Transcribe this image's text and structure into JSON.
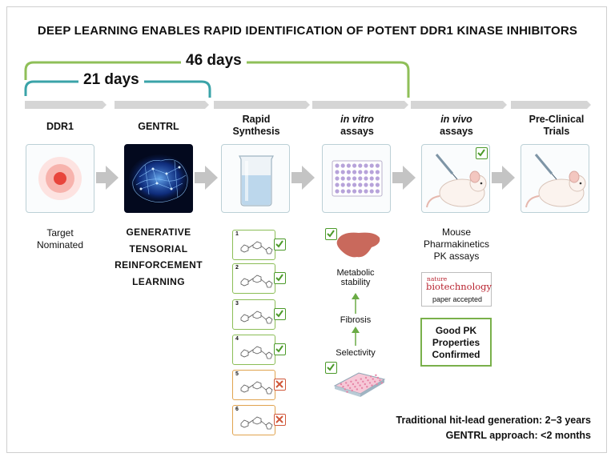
{
  "title": "DEEP LEARNING ENABLES RAPID IDENTIFICATION OF POTENT DDR1 KINASE INHIBITORS",
  "timeline": {
    "long_label": "46 days",
    "short_label": "21 days"
  },
  "steps": [
    {
      "label_line1": "DDR1",
      "label_line2": ""
    },
    {
      "label_line1": "GENTRL",
      "label_line2": ""
    },
    {
      "label_line1": "Rapid",
      "label_line2": "Synthesis"
    },
    {
      "label_line1": "in vitro",
      "label_line2": "assays"
    },
    {
      "label_line1": "in vivo",
      "label_line2": "assays"
    },
    {
      "label_line1": "Pre-Clinical",
      "label_line2": "Trials"
    }
  ],
  "ddr1": {
    "below_line1": "Target",
    "below_line2": "Nominated"
  },
  "gentrl": {
    "words": [
      "GENERATIVE",
      "TENSORIAL",
      "REINFORCEMENT",
      "LEARNING"
    ]
  },
  "molecules": [
    {
      "number": "1",
      "status": "pass"
    },
    {
      "number": "2",
      "status": "pass"
    },
    {
      "number": "3",
      "status": "pass"
    },
    {
      "number": "4",
      "status": "pass"
    },
    {
      "number": "5",
      "status": "fail"
    },
    {
      "number": "6",
      "status": "fail"
    }
  ],
  "in_vitro": {
    "metabolic_line1": "Metabolic",
    "metabolic_line2": "stability",
    "fibrosis": "Fibrosis",
    "selectivity": "Selectivity"
  },
  "in_vivo": {
    "line1": "Mouse",
    "line2": "Pharmakinetics",
    "line3": "PK assays",
    "journal_small": "nature",
    "journal_large": "biotechnology",
    "journal_note": "paper accepted",
    "pk_line1": "Good PK",
    "pk_line2": "Properties",
    "pk_line3": "Confirmed"
  },
  "footer": {
    "line1": "Traditional hit-lead generation: 2−3 years",
    "line2": "GENTRL approach: <2 months"
  },
  "colors": {
    "long_bracket": "#8fbf58",
    "short_bracket": "#3aa3a8",
    "check_pass": "#4c9a2a",
    "check_fail": "#d0573a",
    "arrow_gray": "#c4c4c4"
  }
}
